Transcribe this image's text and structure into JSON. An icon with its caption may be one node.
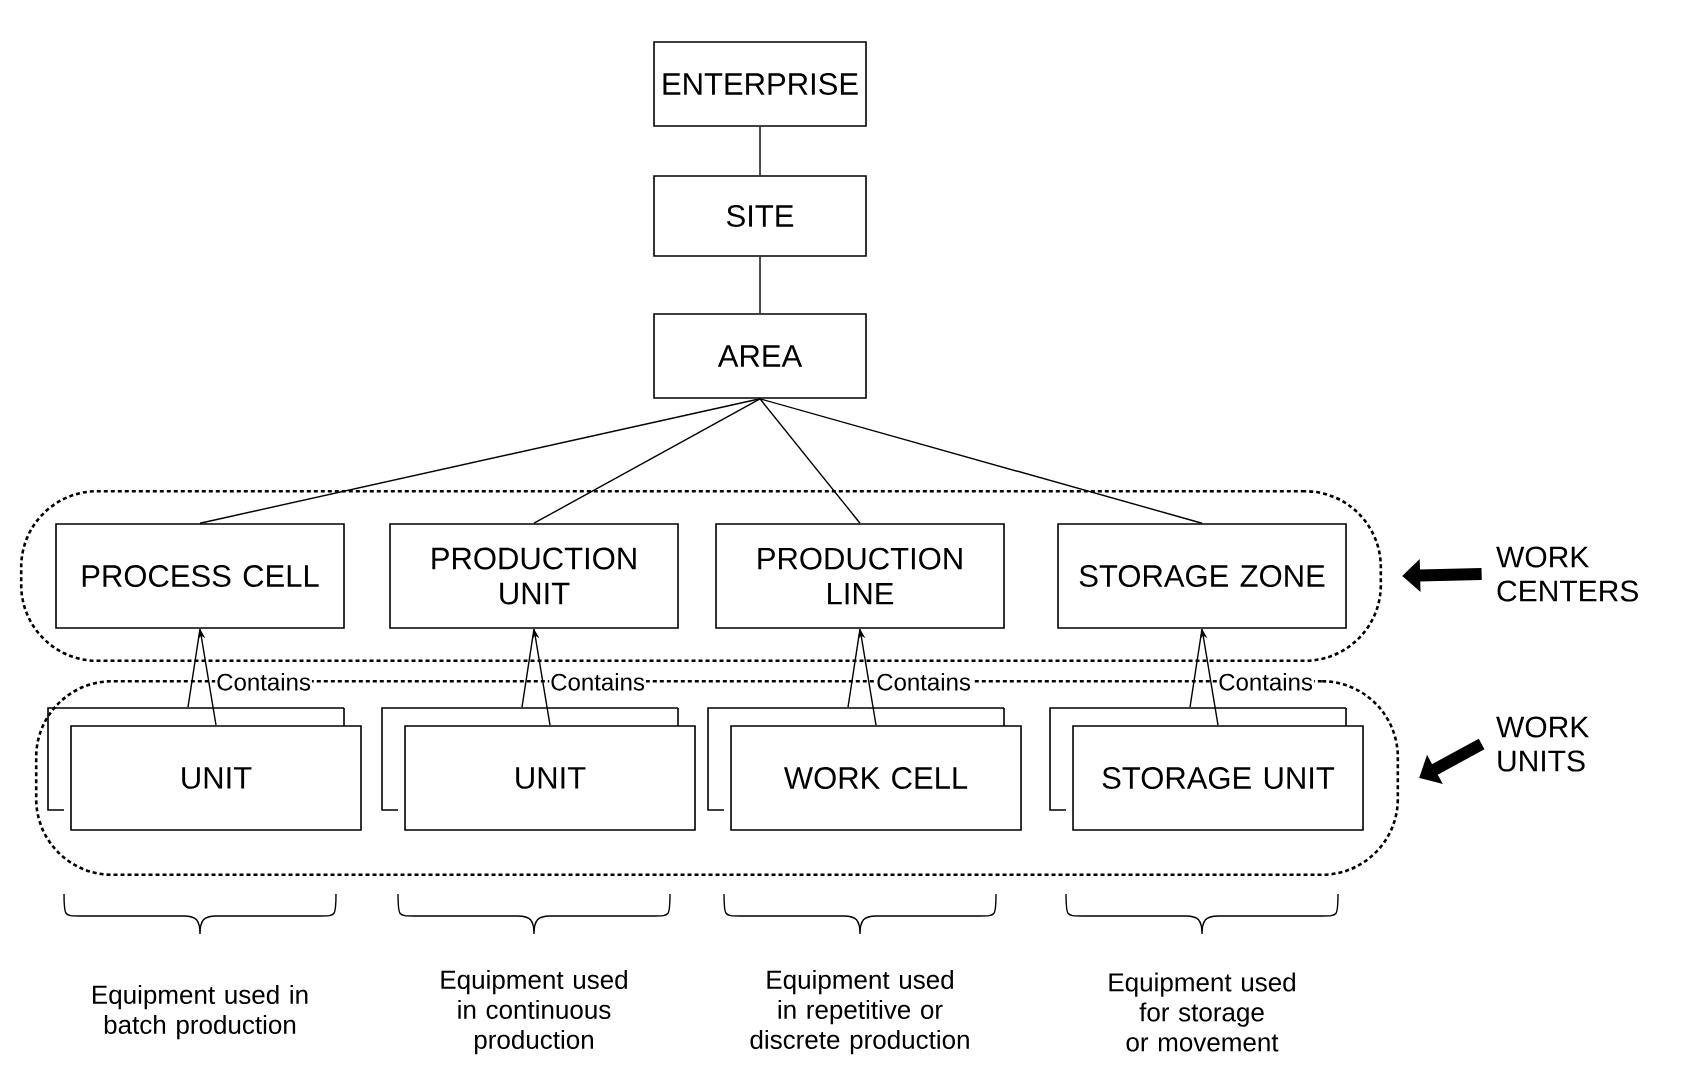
{
  "diagram": {
    "nodes": [
      {
        "text": [
          "ENTERPRISE"
        ]
      },
      {
        "text": [
          "SITE"
        ]
      },
      {
        "text": [
          "AREA"
        ]
      },
      {
        "text": [],
        "shape": "box"
      },
      {
        "text": [
          "PROCESS CELL"
        ],
        "in": 3
      },
      {
        "text": [
          "PRODUCTION UNIT"
        ],
        "in": 3
      },
      {
        "text": [
          "PRODUCTION LINE"
        ],
        "in": 3
      },
      {
        "text": [
          "STORAGE ZONE"
        ],
        "in": 3
      },
      {
        "text": [],
        "shape": "box"
      },
      {
        "text": [
          "UNIT"
        ],
        "in": 8
      },
      {
        "text": [
          "UNIT"
        ],
        "in": 8
      },
      {
        "text": [
          "WORK CELL"
        ],
        "in": 8
      },
      {
        "text": [
          "STORAGE UNIT"
        ],
        "in": 8
      },
      {
        "text": [
          "WORK CENTERS"
        ]
      },
      {
        "text": [
          "WORK UNITS"
        ]
      }
    ],
    "edges": [
      {
        "from": 0,
        "to": 1,
        "arrow": "none"
      },
      {
        "from": 1,
        "to": 2,
        "arrow": "none"
      },
      {
        "from": 2,
        "to": 4,
        "arrow": "none"
      },
      {
        "from": 2,
        "to": 5,
        "arrow": "none"
      },
      {
        "from": 2,
        "to": 6,
        "arrow": "none"
      },
      {
        "from": 2,
        "to": 7,
        "arrow": "none"
      },
      {
        "from": 9,
        "to": 4,
        "arrow": "to",
        "label": "Contains"
      },
      {
        "from": 10,
        "to": 5,
        "arrow": "to",
        "label": "Contains"
      },
      {
        "from": 11,
        "to": 6,
        "arrow": "to",
        "label": "Contains"
      },
      {
        "from": 12,
        "to": 7,
        "arrow": "to",
        "label": "Contains"
      },
      {
        "from": 13,
        "to": 3,
        "arrow": "to",
        "style": "thick"
      },
      {
        "from": 14,
        "to": 8,
        "arrow": "to",
        "style": "thick"
      }
    ],
    "labels": [
      "Equipment used in batch production",
      "Equipment used in continuous production",
      "Equipment used in repetitive or discrete production",
      "Equipment used for storage or movement"
    ]
  }
}
